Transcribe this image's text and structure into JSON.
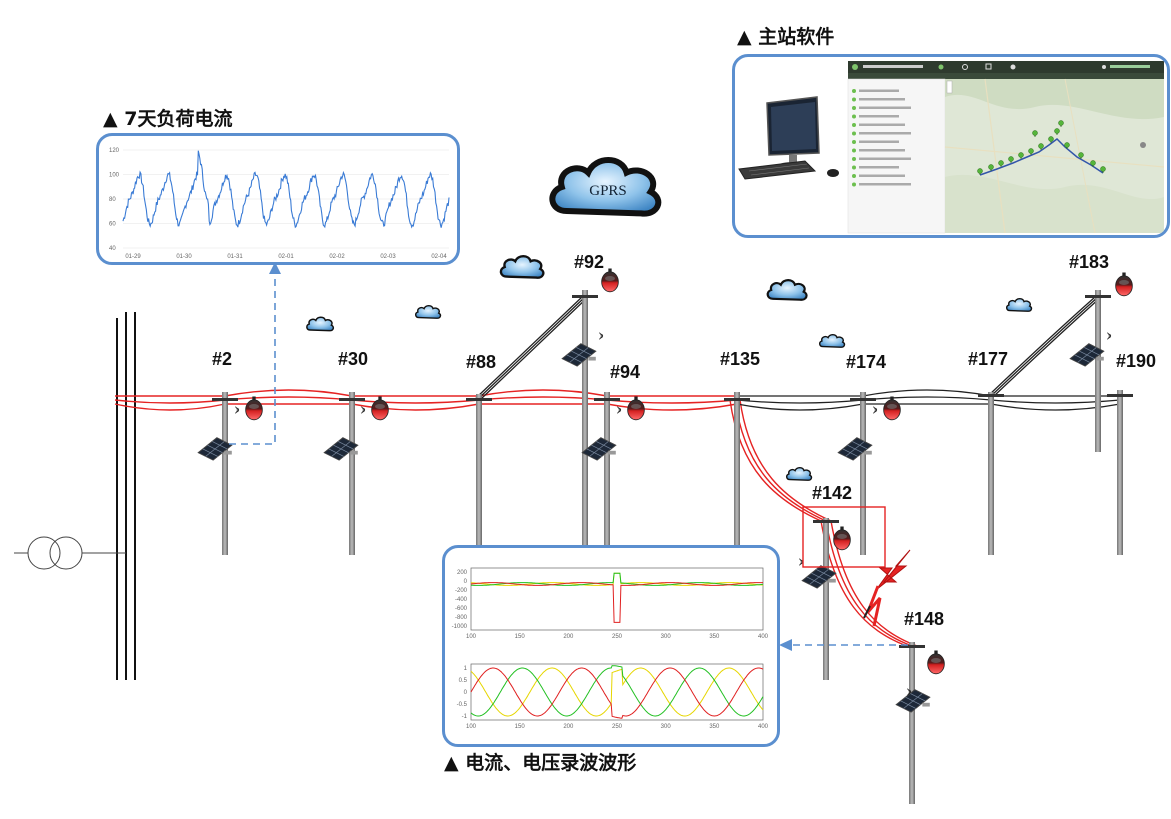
{
  "titles": {
    "load_current": "▲ 7天负荷电流",
    "master_software": "▲ 主站软件",
    "waveform": "▲ 电流、电压录波波形"
  },
  "cloud_label": "GPRS",
  "poles": {
    "p2": "#2",
    "p30": "#30",
    "p88": "#88",
    "p92": "#92",
    "p94": "#94",
    "p135": "#135",
    "p174": "#174",
    "p177": "#177",
    "p183": "#183",
    "p190": "#190",
    "p142": "#142",
    "p148": "#148"
  },
  "load_chart": {
    "y_ticks": [
      "120",
      "100",
      "80",
      "60",
      "40"
    ],
    "x_ticks": [
      "01-29",
      "01-30",
      "01-31",
      "02-01",
      "02-02",
      "02-03",
      "02-04"
    ],
    "ylim": [
      40,
      120
    ],
    "days": 7
  },
  "waveform": {
    "top": {
      "y_ticks": [
        "200",
        "0",
        "-200",
        "-400",
        "-600",
        "-800",
        "-1000"
      ],
      "x_ticks": [
        "100",
        "150",
        "200",
        "250",
        "300",
        "350",
        "400"
      ]
    },
    "bottom": {
      "y_ticks": [
        "1",
        "0.5",
        "0",
        "-0.5",
        "-1"
      ],
      "x_ticks": [
        "100",
        "150",
        "200",
        "250",
        "300",
        "350",
        "400"
      ]
    }
  },
  "colors": {
    "line_red": "#e52323",
    "line_black": "#222222",
    "panel_border": "#5b8fcf",
    "curve_blue": "#3a7bd5",
    "phase_a": "#e6d600",
    "phase_b": "#22c022",
    "phase_c": "#e02020"
  }
}
